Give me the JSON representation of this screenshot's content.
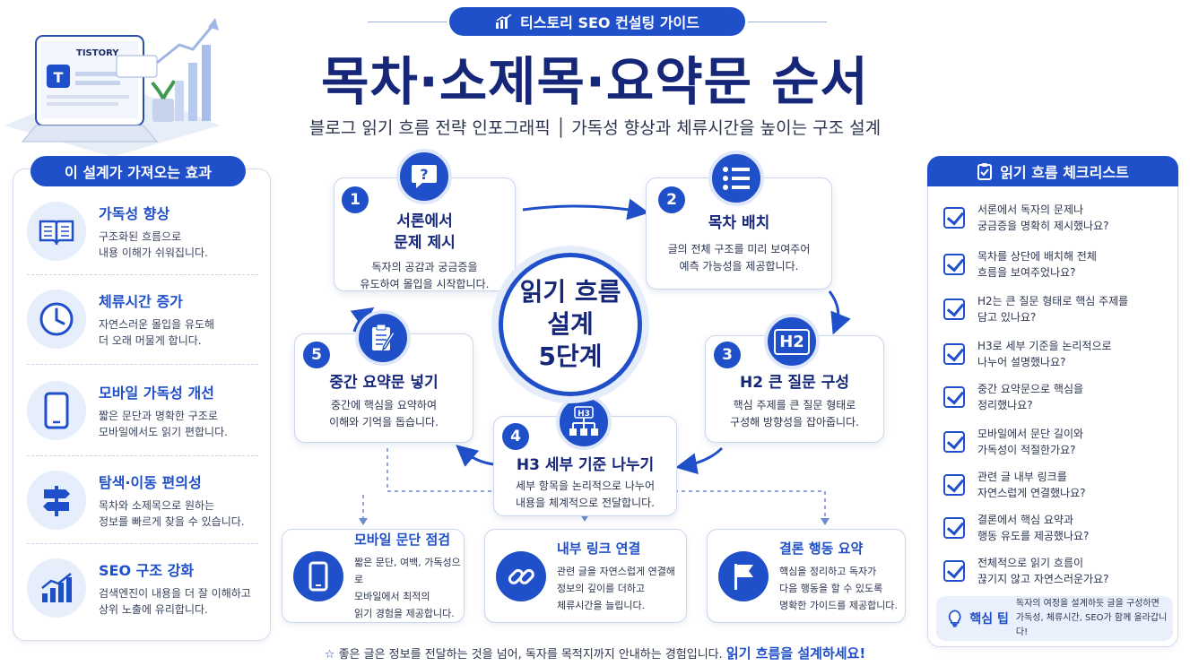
{
  "header": {
    "badge": "티스토리 SEO 컨설팅 가이드",
    "title": "목차·소제목·요약문 순서",
    "subtitle": "블로그 읽기 흐름 전략 인포그래픽 │ 가독성 향상과 체류시간을 높이는 구조 설계",
    "logo_text": "TISTORY"
  },
  "effects": {
    "heading": "이 설계가 가져오는 효과",
    "items": [
      {
        "title": "가독성 향상",
        "line1": "구조화된 흐름으로",
        "line2": "내용 이해가 쉬워집니다.",
        "icon": "book-icon"
      },
      {
        "title": "체류시간 증가",
        "line1": "자연스러운 몰입을 유도해",
        "line2": "더 오래 머물게 합니다.",
        "icon": "clock-icon"
      },
      {
        "title": "모바일 가독성 개선",
        "line1": "짧은 문단과 명확한 구조로",
        "line2": "모바일에서도 읽기 편합니다.",
        "icon": "mobile-icon"
      },
      {
        "title": "탐색·이동 편의성",
        "line1": "목차와 소제목으로 원하는",
        "line2": "정보를 빠르게 찾을 수 있습니다.",
        "icon": "signpost-icon"
      },
      {
        "title": "SEO 구조 강화",
        "line1": "검색엔진이 내용을 더 잘 이해하고",
        "line2": "상위 노출에 유리합니다.",
        "icon": "chart-icon"
      }
    ]
  },
  "center": {
    "line1": "읽기 흐름",
    "line2": "설계",
    "line3": "5단계"
  },
  "steps": [
    {
      "num": "1",
      "title1": "서론에서",
      "title2": "문제 제시",
      "line1": "독자의 공감과 궁금증을",
      "line2": "유도하여 몰입을 시작합니다."
    },
    {
      "num": "2",
      "title1": "목차 배치",
      "line1": "글의 전체 구조를 미리 보여주어",
      "line2": "예측 가능성을 제공합니다."
    },
    {
      "num": "3",
      "title1": "H2 큰 질문 구성",
      "line1": "핵심 주제를 큰 질문 형태로",
      "line2": "구성해 방향성을 잡아줍니다.",
      "icon_label": "H2"
    },
    {
      "num": "4",
      "title1": "H3 세부 기준 나누기",
      "line1": "세부 항목을 논리적으로 나누어",
      "line2": "내용을 체계적으로 전달합니다.",
      "icon_label": "H3"
    },
    {
      "num": "5",
      "title1": "중간 요약문 넣기",
      "line1": "중간에 핵심을 요약하여",
      "line2": "이해와 기억을 돕습니다."
    }
  ],
  "extras": [
    {
      "title": "모바일 문단 점검",
      "line1": "짧은 문단, 여백, 가독성으로",
      "line2": "모바일에서 최적의",
      "line3": "읽기 경험을 제공합니다."
    },
    {
      "title": "내부 링크 연결",
      "line1": "관련 글을 자연스럽게 연결해",
      "line2": "정보의 깊이를 더하고",
      "line3": "체류시간을 늘립니다."
    },
    {
      "title": "결론 행동 요약",
      "line1": "핵심을 정리하고 독자가",
      "line2": "다음 행동을 할 수 있도록",
      "line3": "명확한 가이드를 제공합니다."
    }
  ],
  "checklist": {
    "heading": "읽기 흐름 체크리스트",
    "items": [
      {
        "line1": "서론에서 독자의 문제나",
        "line2": "궁금증을 명확히 제시했나요?"
      },
      {
        "line1": "목차를 상단에 배치해 전체",
        "line2": "흐름을 보여주었나요?"
      },
      {
        "line1": "H2는 큰 질문 형태로 핵심 주제를",
        "line2": "담고 있나요?"
      },
      {
        "line1": "H3로 세부 기준을 논리적으로",
        "line2": "나누어 설명했나요?"
      },
      {
        "line1": "중간 요약문으로 핵심을",
        "line2": "정리했나요?"
      },
      {
        "line1": "모바일에서 문단 길이와",
        "line2": "가독성이 적절한가요?"
      },
      {
        "line1": "관련 글 내부 링크를",
        "line2": "자연스럽게 연결했나요?"
      },
      {
        "line1": "결론에서 핵심 요약과",
        "line2": "행동 유도를 제공했나요?"
      },
      {
        "line1": "전체적으로 읽기 흐름이",
        "line2": "끊기지 않고 자연스러운가요?"
      }
    ],
    "tip_label": "핵심 팁",
    "tip_line1": "독자의 여정을 설계하듯 글을 구성하면",
    "tip_line2": "가독성, 체류시간, SEO가 함께 올라갑니다!"
  },
  "footer": {
    "star": "☆",
    "text": "좋은 글은 정보를 전달하는 것을 넘어, 독자를 목적지까지 안내하는 경험입니다.",
    "emphasis": "읽기 흐름을 설계하세요!"
  },
  "colors": {
    "primary": "#1f4fc9",
    "navy": "#16277a",
    "light": "#e6eefb"
  }
}
